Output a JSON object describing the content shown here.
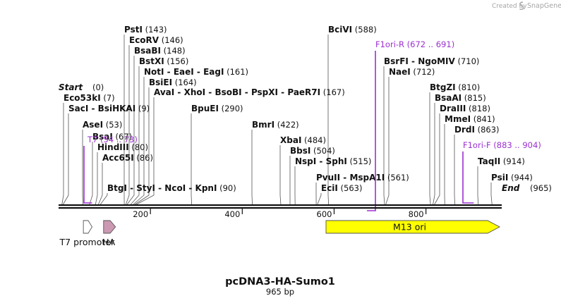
{
  "branding": {
    "created_by": "Created by",
    "product": "SnapGene"
  },
  "map": {
    "total_bp": 965,
    "title": "pcDNA3-HA-Sumo1",
    "subtitle": "965 bp",
    "start_label": "Start",
    "start_pos": "(0)",
    "end_label": "End",
    "end_pos": "(965)",
    "ruler_ticks": [
      "200",
      "400",
      "600",
      "800"
    ],
    "ruler_values": [
      200,
      400,
      600,
      800
    ],
    "primer_color": "#9b30d0"
  },
  "sites": [
    {
      "names": [
        "PstI"
      ],
      "pos": "(143)",
      "bp": 143
    },
    {
      "names": [
        "EcoRV"
      ],
      "pos": "(146)",
      "bp": 146
    },
    {
      "names": [
        "BsaBI"
      ],
      "pos": "(148)",
      "bp": 148
    },
    {
      "names": [
        "BstXI"
      ],
      "pos": "(156)",
      "bp": 156
    },
    {
      "names": [
        "NotI",
        "EaeI",
        "EagI"
      ],
      "pos": "(161)",
      "bp": 161
    },
    {
      "names": [
        "BsiEI"
      ],
      "pos": "(164)",
      "bp": 164
    },
    {
      "names": [
        "AvaI",
        "XhoI",
        "BsoBI",
        "PspXI",
        "PaeR7I"
      ],
      "pos": "(167)",
      "bp": 167
    },
    {
      "names": [
        "Eco53kI"
      ],
      "pos": "(7)",
      "bp": 7
    },
    {
      "names": [
        "SacI",
        "BsiHKAI"
      ],
      "pos": "(9)",
      "bp": 9
    },
    {
      "names": [
        "BpuEI"
      ],
      "pos": "(290)",
      "bp": 290
    },
    {
      "names": [
        "AseI"
      ],
      "pos": "(53)",
      "bp": 53
    },
    {
      "names": [
        "BmrI"
      ],
      "pos": "(422)",
      "bp": 422
    },
    {
      "names": [
        "BsaI"
      ],
      "pos": "(67)",
      "bp": 67
    },
    {
      "names": [
        "HindIII"
      ],
      "pos": "(80)",
      "bp": 80
    },
    {
      "names": [
        "Acc65I"
      ],
      "pos": "(86)",
      "bp": 86
    },
    {
      "names": [
        "BtgI",
        "StyI",
        "NcoI",
        "KpnI"
      ],
      "pos": "(90)",
      "bp": 90
    },
    {
      "names": [
        "BciVI"
      ],
      "pos": "(588)",
      "bp": 588
    },
    {
      "names": [
        "BsrFI",
        "NgoMIV"
      ],
      "pos": "(710)",
      "bp": 710
    },
    {
      "names": [
        "NaeI"
      ],
      "pos": "(712)",
      "bp": 712
    },
    {
      "names": [
        "XbaI"
      ],
      "pos": "(484)",
      "bp": 484
    },
    {
      "names": [
        "BbsI"
      ],
      "pos": "(504)",
      "bp": 504
    },
    {
      "names": [
        "NspI",
        "SphI"
      ],
      "pos": "(515)",
      "bp": 515
    },
    {
      "names": [
        "PvuII",
        "MspA1I"
      ],
      "pos": "(561)",
      "bp": 561
    },
    {
      "names": [
        "EciI"
      ],
      "pos": "(563)",
      "bp": 563
    },
    {
      "names": [
        "BtgZI"
      ],
      "pos": "(810)",
      "bp": 810
    },
    {
      "names": [
        "BsaAI"
      ],
      "pos": "(815)",
      "bp": 815
    },
    {
      "names": [
        "DraIII"
      ],
      "pos": "(818)",
      "bp": 818
    },
    {
      "names": [
        "MmeI"
      ],
      "pos": "(841)",
      "bp": 841
    },
    {
      "names": [
        "DrdI"
      ],
      "pos": "(863)",
      "bp": 863
    },
    {
      "names": [
        "TaqII"
      ],
      "pos": "(914)",
      "bp": 914
    },
    {
      "names": [
        "PsiI"
      ],
      "pos": "(944)",
      "bp": 944
    }
  ],
  "primers": [
    {
      "name": "T7",
      "range": "(54 .. 73)",
      "start": 54,
      "end": 73,
      "strand": "forward"
    },
    {
      "name": "F1ori-R",
      "range": "(672 .. 691)",
      "start": 672,
      "end": 691,
      "strand": "reverse"
    },
    {
      "name": "F1ori-F",
      "range": "(883 .. 904)",
      "start": 883,
      "end": 904,
      "strand": "forward"
    }
  ],
  "features": [
    {
      "name": "T7 promoter",
      "start": 54,
      "end": 73,
      "color": "#ffffff"
    },
    {
      "name": "HA",
      "start": 98,
      "end": 124,
      "color": "#cc99b2"
    },
    {
      "name": "M13 ori",
      "start": 587,
      "end": 965,
      "color": "#ffff00"
    }
  ]
}
